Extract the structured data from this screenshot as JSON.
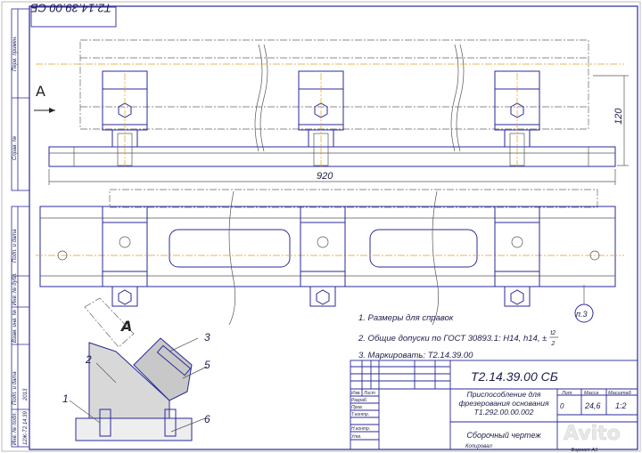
{
  "drawing": {
    "code_rotated": "Т2.14.39.00 СБ",
    "view_label_a": "А",
    "section_label": "А",
    "dim_length": "920",
    "dim_height": "120",
    "note_ref": "п.3",
    "part_numbers": [
      "1",
      "2",
      "3",
      "5",
      "6"
    ]
  },
  "notes": [
    "1. Размеры для справок",
    "2. Общие допуски по ГОСТ 30893.1: H14, h14, ±",
    "3. Маркировать: Т2.14.39.00"
  ],
  "tolerance_fraction": {
    "num": "t2",
    "den": "2"
  },
  "side_stamp": {
    "labels": [
      "Перв. примен.",
      "Справ. №",
      "Подп. и дата",
      "Инв. № дубл.",
      "Взам. инв. №",
      "Подп. и дата",
      "Инв. № подл."
    ],
    "values": [
      "12Ж-Т2.14.39",
      "2013"
    ]
  },
  "title_block": {
    "designation": "Т2.14.39.00 СБ",
    "name_lines": [
      "Приспособление для",
      "фрезерования основания",
      "Т1.292.00.00.002"
    ],
    "doc_type": "Сборочный чертеж",
    "headers": {
      "lit": "Лит.",
      "mass": "Масса",
      "scale": "Масштаб"
    },
    "lit_value": "0",
    "mass": "24,6",
    "scale": "1:2",
    "roles": [
      "Изм.",
      "Лист",
      "Разраб.",
      "Пров.",
      "Т.контр.",
      "Н.контр.",
      "Утв."
    ],
    "copied": "Копировал",
    "format": "Формат  А3"
  },
  "watermark": "Avito"
}
